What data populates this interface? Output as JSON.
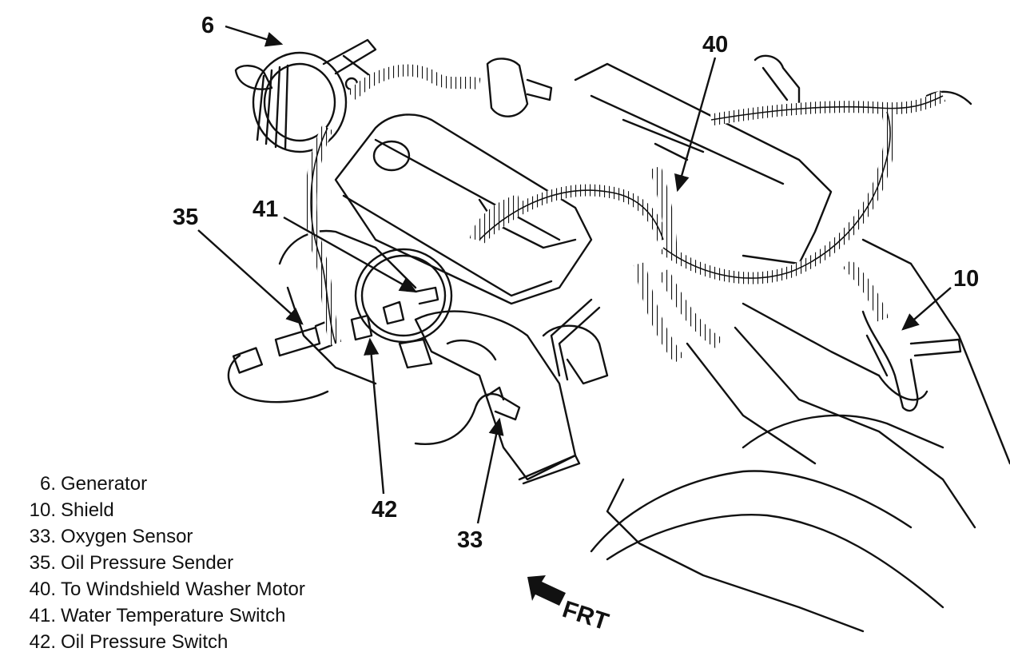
{
  "callouts": {
    "c6": "6",
    "c40": "40",
    "c35": "35",
    "c41": "41",
    "c10": "10",
    "c42": "42",
    "c33": "33"
  },
  "direction_label": "FRT",
  "legend": [
    {
      "num": "6.",
      "label": "Generator"
    },
    {
      "num": "10.",
      "label": "Shield"
    },
    {
      "num": "33.",
      "label": "Oxygen Sensor"
    },
    {
      "num": "35.",
      "label": "Oil Pressure Sender"
    },
    {
      "num": "40.",
      "label": "To Windshield Washer Motor"
    },
    {
      "num": "41.",
      "label": "Water Temperature Switch"
    },
    {
      "num": "42.",
      "label": "Oil Pressure Switch"
    }
  ]
}
